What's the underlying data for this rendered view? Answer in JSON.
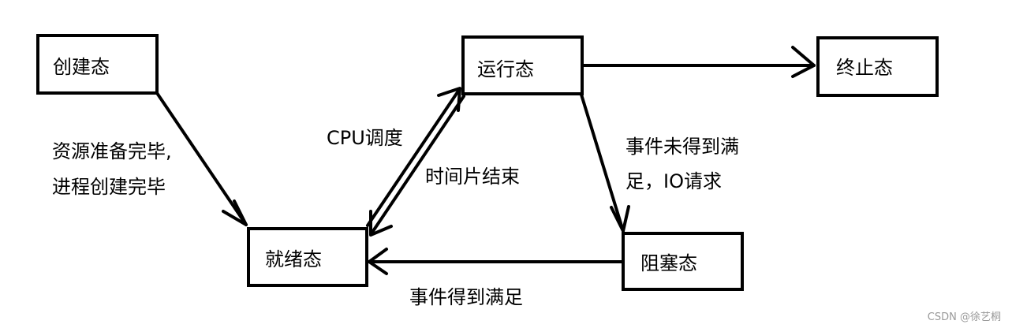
{
  "states": {
    "create": "创建态",
    "running": "运行态",
    "terminated": "终止态",
    "ready": "就绪态",
    "blocked": "阻塞态"
  },
  "transitions": {
    "create_to_ready_line1": "资源准备完毕,",
    "create_to_ready_line2": "进程创建完毕",
    "ready_to_running": "CPU调度",
    "running_to_ready": "时间片结束",
    "running_to_blocked_line1": "事件未得到满",
    "running_to_blocked_line2": "足，IO请求",
    "blocked_to_ready": "事件得到满足"
  },
  "watermark": "CSDN @徐艺桐"
}
